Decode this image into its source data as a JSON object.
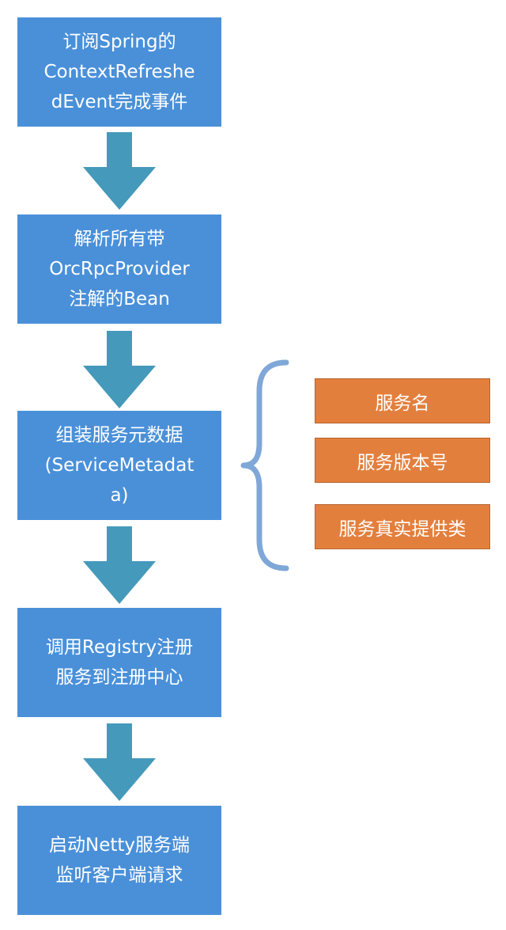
{
  "colors": {
    "step_fill": "#4a90d9",
    "arrow_fill": "#4599ba",
    "attribute_fill": "#e37f3d",
    "brace_stroke": "#7fa7d8"
  },
  "steps": [
    {
      "lines": [
        "订阅Spring的",
        "ContextRefreshe",
        "dEvent完成事件"
      ]
    },
    {
      "lines": [
        "解析所有带",
        "OrcRpcProvider",
        "注解的Bean"
      ]
    },
    {
      "lines": [
        "组装服务元数据",
        "(ServiceMetadat",
        "a)"
      ]
    },
    {
      "lines": [
        "调用Registry注册",
        "服务到注册中心"
      ]
    },
    {
      "lines": [
        "启动Netty服务端",
        "监听客户端请求"
      ]
    }
  ],
  "metadata_fields": [
    "服务名",
    "服务版本号",
    "服务真实提供类"
  ]
}
